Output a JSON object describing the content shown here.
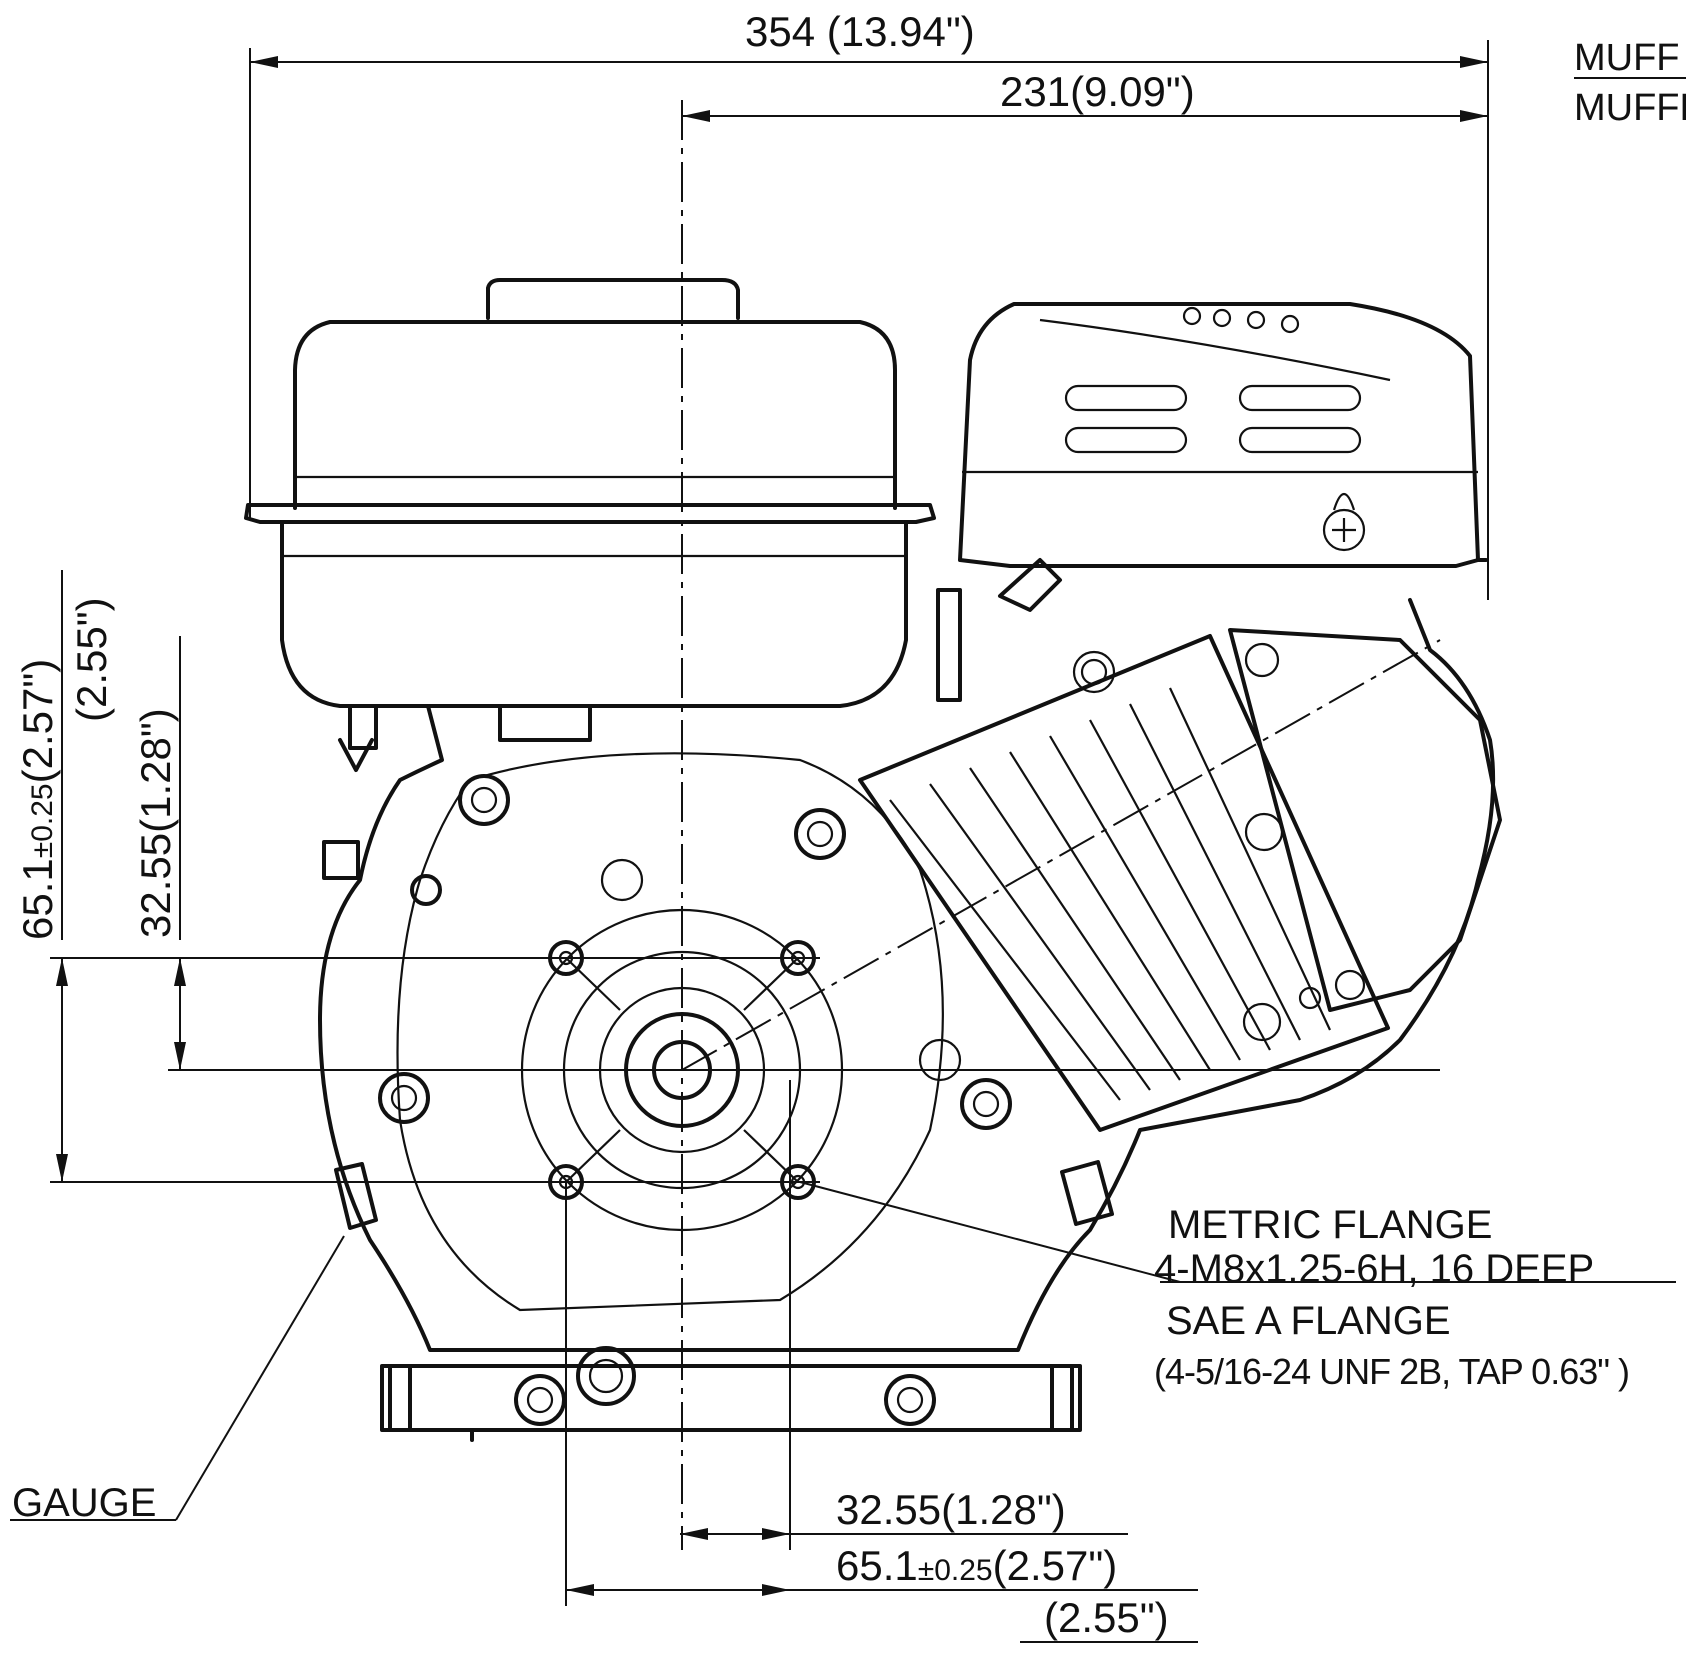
{
  "dimensions": {
    "overall_width": "354 (13.94\")",
    "muffler_offset": "231(9.09\")",
    "left_total_nominal": "65.1",
    "left_total_tol": "±0.25",
    "left_total_inch": "(2.57\")",
    "left_total_alt": "(2.55\")",
    "left_half": "32.55(1.28\")",
    "bottom_half": "32.55(1.28\")",
    "bottom_total_nominal": "65.1",
    "bottom_total_tol": "±0.25",
    "bottom_total_inch": "(2.57\")",
    "bottom_total_alt": "(2.55\")"
  },
  "labels": {
    "muffler_1": "MUFF",
    "muffler_2": "MUFFL",
    "metric_flange_title": "METRIC FLANGE",
    "metric_flange_spec": "4-M8x1.25-6H, 16 DEEP",
    "sae_flange_title": "SAE A FLANGE",
    "sae_flange_spec": "(4-5/16-24 UNF 2B, TAP 0.63\" )",
    "gauge": "GAUGE"
  }
}
